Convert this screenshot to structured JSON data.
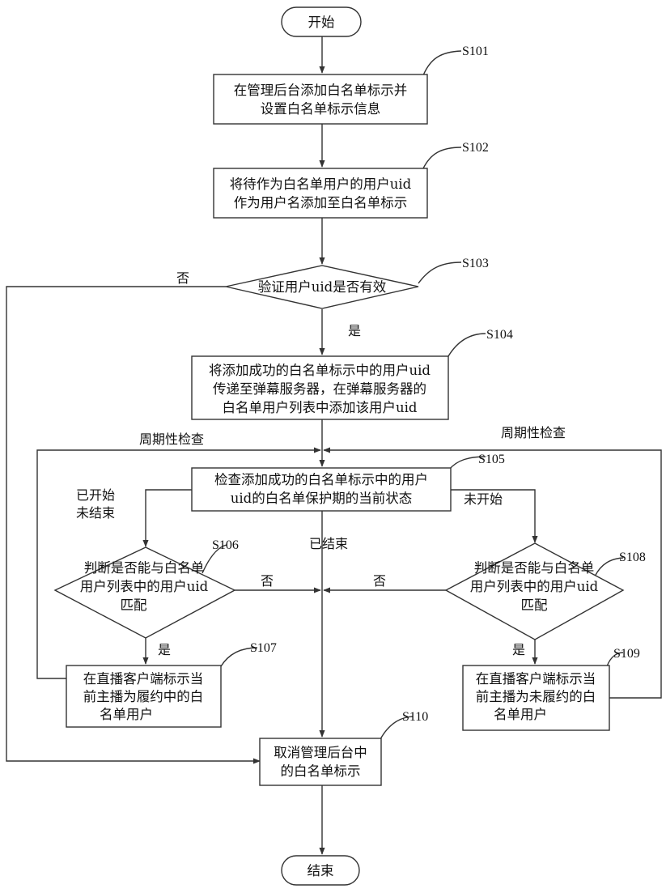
{
  "nodes": {
    "start": {
      "lines": [
        "开始"
      ]
    },
    "s101": {
      "step": "S101",
      "lines": [
        "在管理后台添加白名单标示并",
        "设置白名单标示信息"
      ]
    },
    "s102": {
      "step": "S102",
      "lines": [
        "将待作为白名单用户的用户uid",
        "作为用户名添加至白名单标示"
      ]
    },
    "s103": {
      "step": "S103",
      "lines": [
        "验证用户uid是否有效"
      ]
    },
    "s104": {
      "step": "S104",
      "lines": [
        "将添加成功的白名单标示中的用户uid",
        "传递至弹幕服务器，在弹幕服务器的",
        "白名单用户列表中添加该用户uid"
      ]
    },
    "s105": {
      "step": "S105",
      "lines": [
        "检查添加成功的白名单标示中的用户",
        "uid的白名单保护期的当前状态"
      ]
    },
    "s106": {
      "step": "S106",
      "lines": [
        "判断是否能与白名单",
        "用户列表中的用户uid",
        "匹配"
      ]
    },
    "s107": {
      "step": "S107",
      "lines": [
        "在直播客户端标示当",
        "前主播为履约中的白",
        "名单用户"
      ]
    },
    "s108": {
      "step": "S108",
      "lines": [
        "判断是否能与白名单",
        "用户列表中的用户uid",
        "匹配"
      ]
    },
    "s109": {
      "step": "S109",
      "lines": [
        "在直播客户端标示当",
        "前主播为未履约的白",
        "名单用户"
      ]
    },
    "s110": {
      "step": "S110",
      "lines": [
        "取消管理后台中",
        "的白名单标示"
      ]
    },
    "end": {
      "lines": [
        "结束"
      ]
    }
  },
  "labels": {
    "no_s103": "否",
    "yes_s103": "是",
    "periodic_left": "周期性检查",
    "periodic_right": "周期性检查",
    "started_not_ended": [
      "已开始",
      "未结束"
    ],
    "not_started": "未开始",
    "ended": "已结束",
    "no_s106": "否",
    "no_s108": "否",
    "yes_s106": "是",
    "yes_s108": "是"
  }
}
